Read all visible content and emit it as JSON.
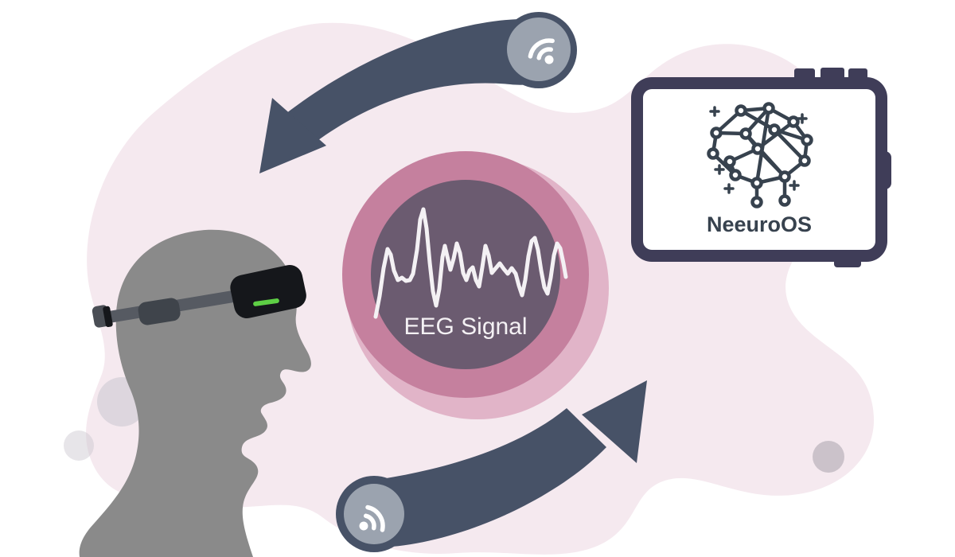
{
  "scene": {
    "center_label": "EEG Signal",
    "tablet_app_name": "NeeuroOS"
  },
  "icons": {
    "top_connector": "wifi-signal-icon",
    "bottom_connector": "wifi-signal-icon",
    "tablet_logo": "brain-network-icon",
    "headband_status": "led-indicator"
  },
  "colors": {
    "canvas-bg": "#ffffff",
    "blob": "#f5e9ef",
    "halo": "#e1b4c8",
    "head": "#8a8a8a",
    "band": "#565a62",
    "band-pod": "#3f444b",
    "band-cap": "#4a4e55",
    "band-notch": "#15171b",
    "led": "#5ecf45",
    "ring": "#c5809e",
    "ring-inner": "#6b5b70",
    "wave": "#f4f1f4",
    "arrow": "#475267",
    "wifi-circle": "#9ba3af",
    "wifi-glyph": "#ffffff",
    "tablet-frame": "#3f3d58",
    "screen": "#ffffff",
    "brain": "#37424e",
    "dot-light": "#c9c6cf",
    "dot-gray": "#cbc2ca"
  }
}
